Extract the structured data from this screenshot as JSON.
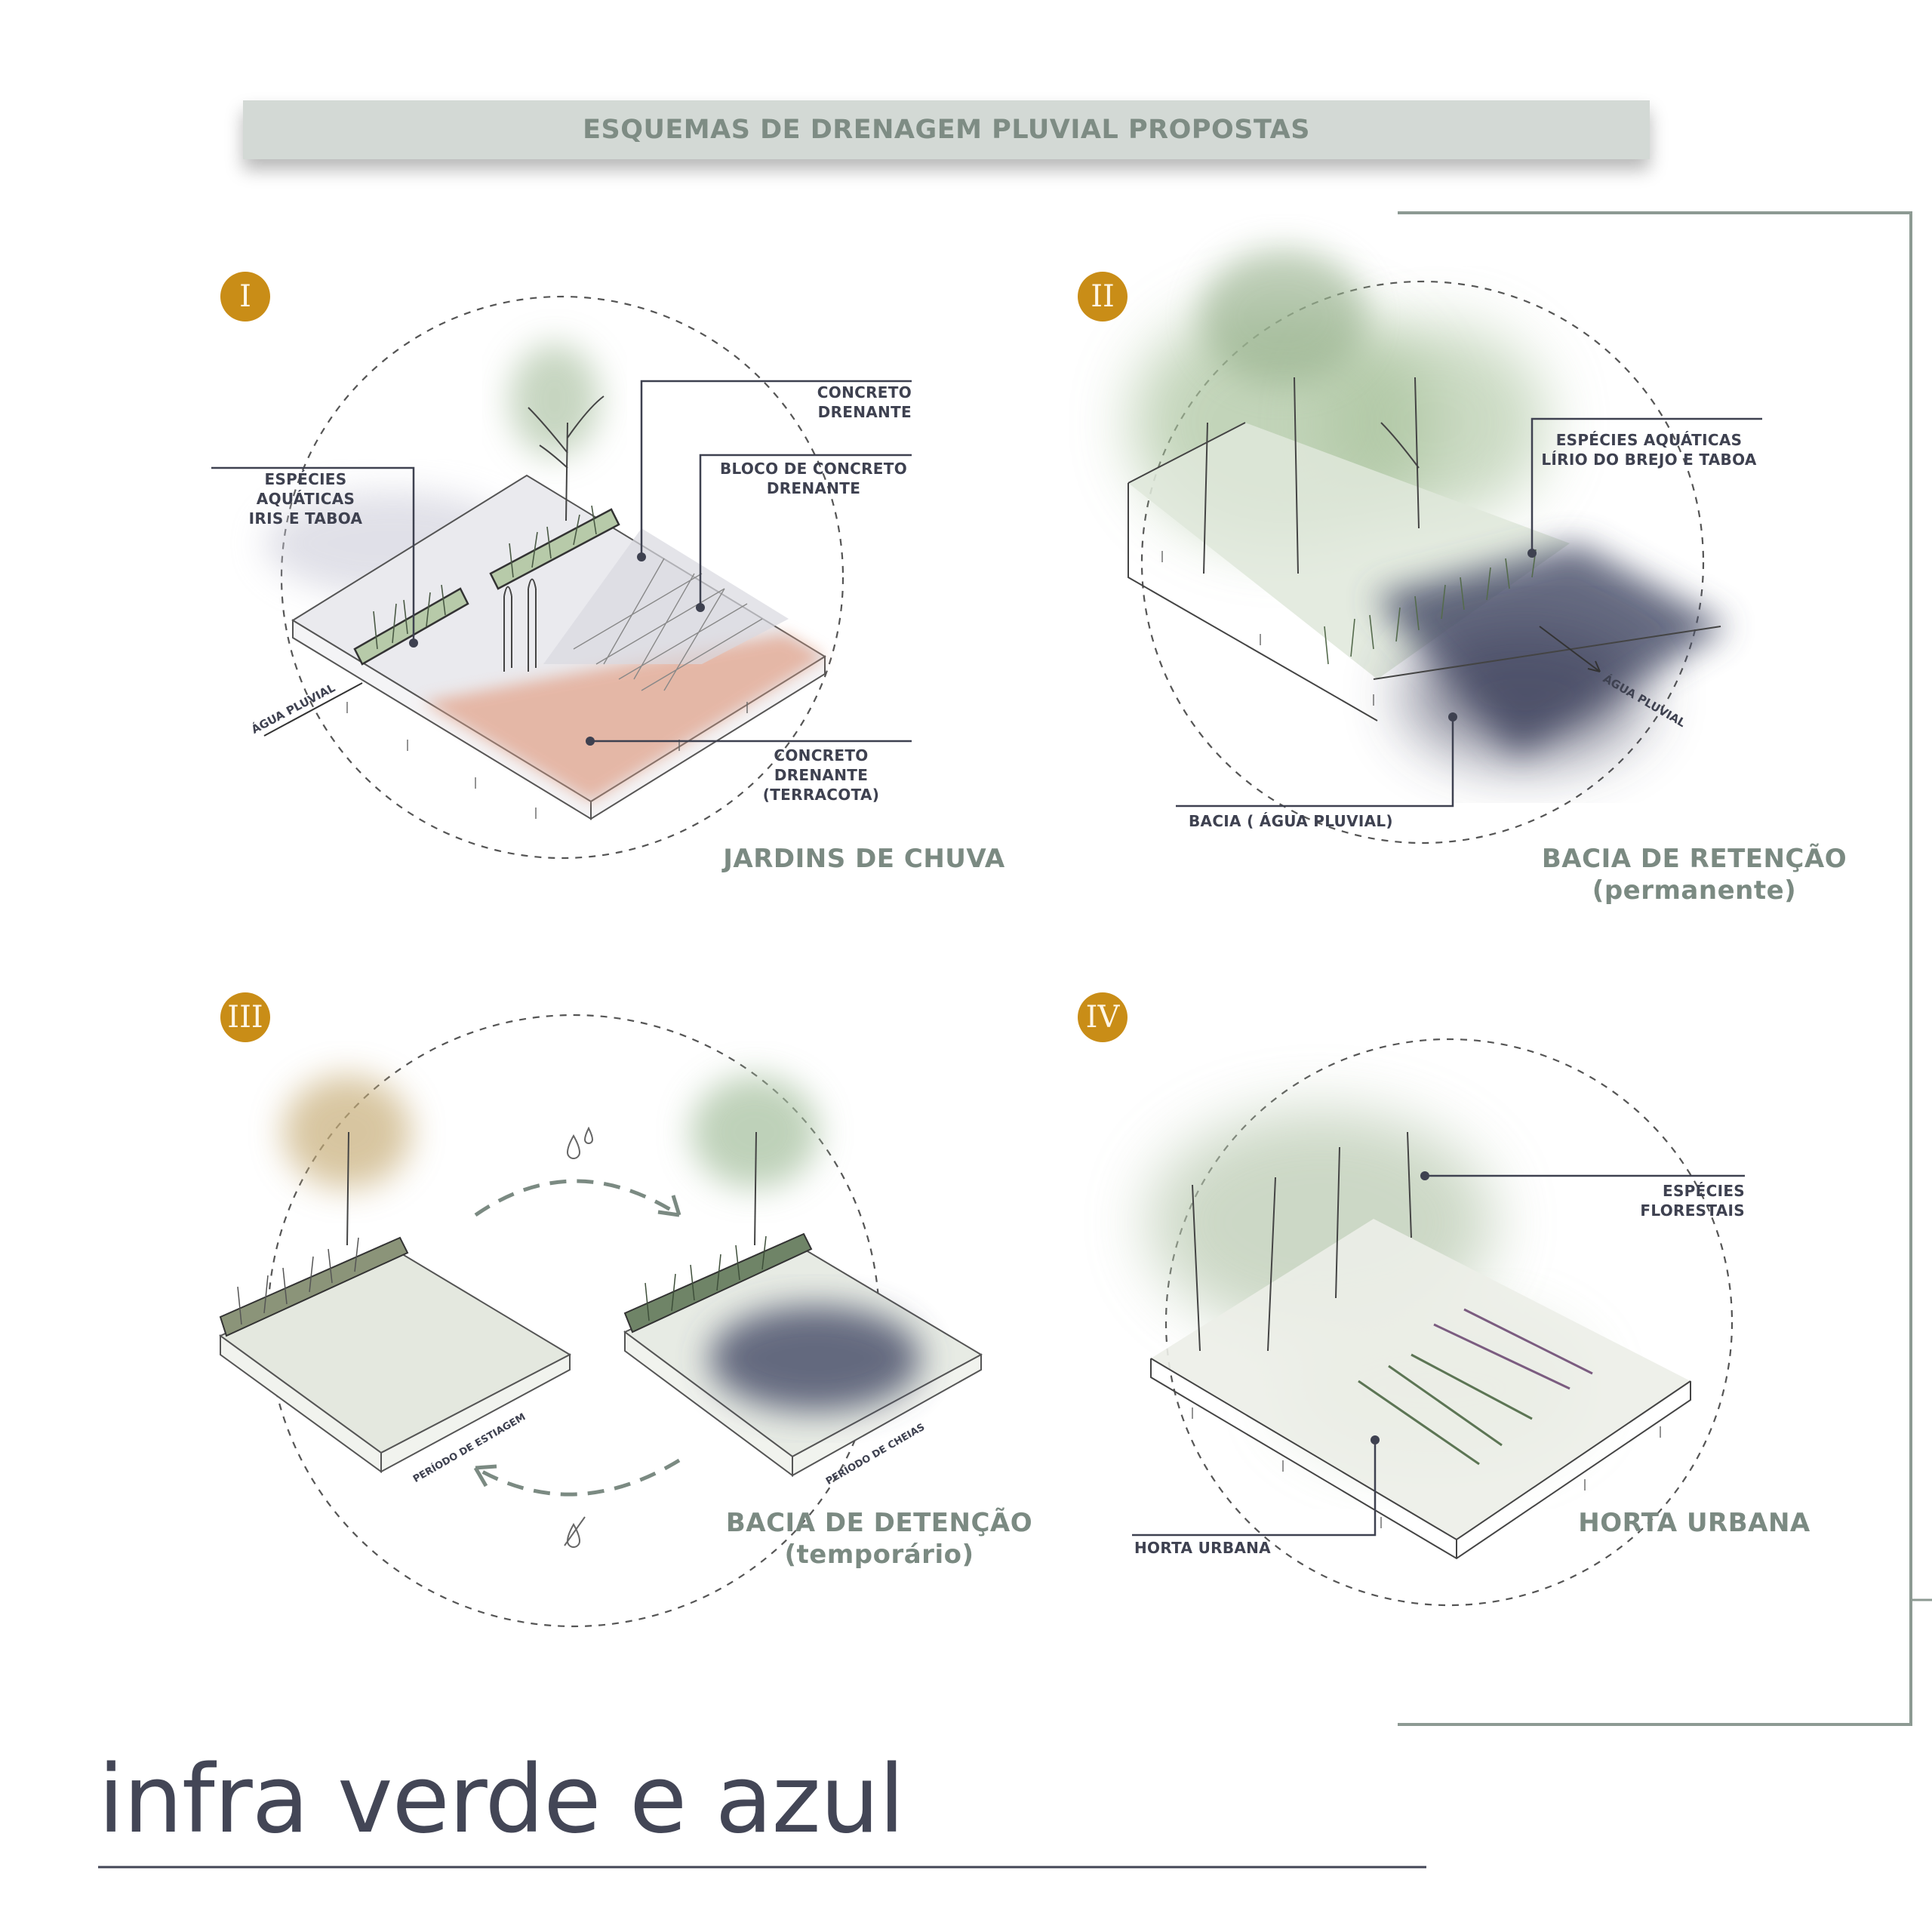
{
  "header": {
    "title": "ESQUEMAS DE DRENAGEM PLUVIAL PROPOSTAS"
  },
  "panels": [
    {
      "numeral": "I",
      "title": "JARDINS DE CHUVA",
      "labels": {
        "concreto_drenante": "CONCRETO DRENANTE",
        "bloco_1": "BLOCO DE CONCRETO",
        "bloco_2": "DRENANTE",
        "especies_1": "ESPÉCIES AQUÁTICAS",
        "especies_2": "IRIS E TABOA",
        "terracota_1": "CONCRETO DRENANTE",
        "terracota_2": "(TERRACOTA)",
        "agua": "ÁGUA PLUVIAL"
      }
    },
    {
      "numeral": "II",
      "title": "BACIA DE RETENÇÃO",
      "subtitle": "(permanente)",
      "labels": {
        "especies_1": "ESPÉCIES AQUÁTICAS",
        "especies_2": "LÍRIO DO BREJO E TABOA",
        "bacia": "BACIA ( ÁGUA PLUVIAL)",
        "agua": "ÁGUA PLUVIAL"
      }
    },
    {
      "numeral": "III",
      "title": "BACIA DE DETENÇÃO",
      "subtitle": "(temporário)",
      "labels": {
        "estiagem": "PERÍODO DE ESTIAGEM",
        "cheias": "PERÍODO DE CHEIAS"
      }
    },
    {
      "numeral": "IV",
      "title": "HORTA URBANA",
      "labels": {
        "florestais": "ESPÉCIES FLORESTAIS",
        "horta": "HORTA URBANA"
      }
    }
  ],
  "footer": {
    "title": "infra verde e azul"
  },
  "colors": {
    "banner": "#d3d9d5",
    "badge": "#c98d17",
    "title_text": "#7b8a82",
    "ink": "#3e4150",
    "frame": "#8d9a93",
    "vegetation": "#9db496",
    "water": "#4e536d",
    "terracotta": "#e3a68e"
  }
}
